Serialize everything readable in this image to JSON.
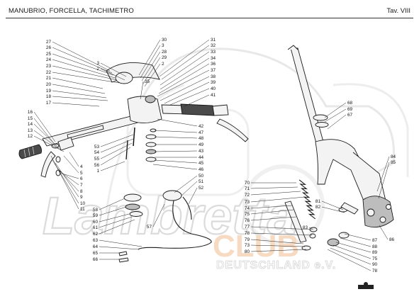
{
  "header": {
    "title": "MANUBRIO, FORCELLA, TACHIMETRO",
    "table_number": "Tav. VIII"
  },
  "watermark": {
    "brand": "Lambretta",
    "line1": "CLUB",
    "line2": "DEUTSCHLAND e.V."
  },
  "parts": {
    "handlebar_left": [
      "27",
      "26",
      "25",
      "24",
      "23",
      "22",
      "21",
      "20",
      "19",
      "18",
      "17",
      "16",
      "15",
      "14",
      "13",
      "12",
      "11",
      "10",
      "9",
      "8",
      "7",
      "6",
      "5",
      "4",
      "3",
      "2",
      "1"
    ],
    "handlebar_mid": [
      "30",
      "3",
      "28",
      "29",
      "2",
      "35",
      "53",
      "54",
      "55",
      "56",
      "58",
      "59",
      "60",
      "61",
      "62",
      "63",
      "64",
      "65",
      "66"
    ],
    "handlebar_right": [
      "31",
      "32",
      "33",
      "34",
      "36",
      "37",
      "38",
      "39",
      "40",
      "41",
      "42",
      "47",
      "48",
      "49",
      "43",
      "44",
      "45",
      "46",
      "50",
      "51",
      "52",
      "57"
    ],
    "fork": [
      "68",
      "69",
      "67",
      "84",
      "85",
      "70",
      "71",
      "72",
      "73",
      "74",
      "75",
      "76",
      "77",
      "78",
      "79",
      "73",
      "80",
      "81",
      "82",
      "83",
      "86",
      "87",
      "88",
      "89",
      "75",
      "90",
      "78"
    ]
  }
}
